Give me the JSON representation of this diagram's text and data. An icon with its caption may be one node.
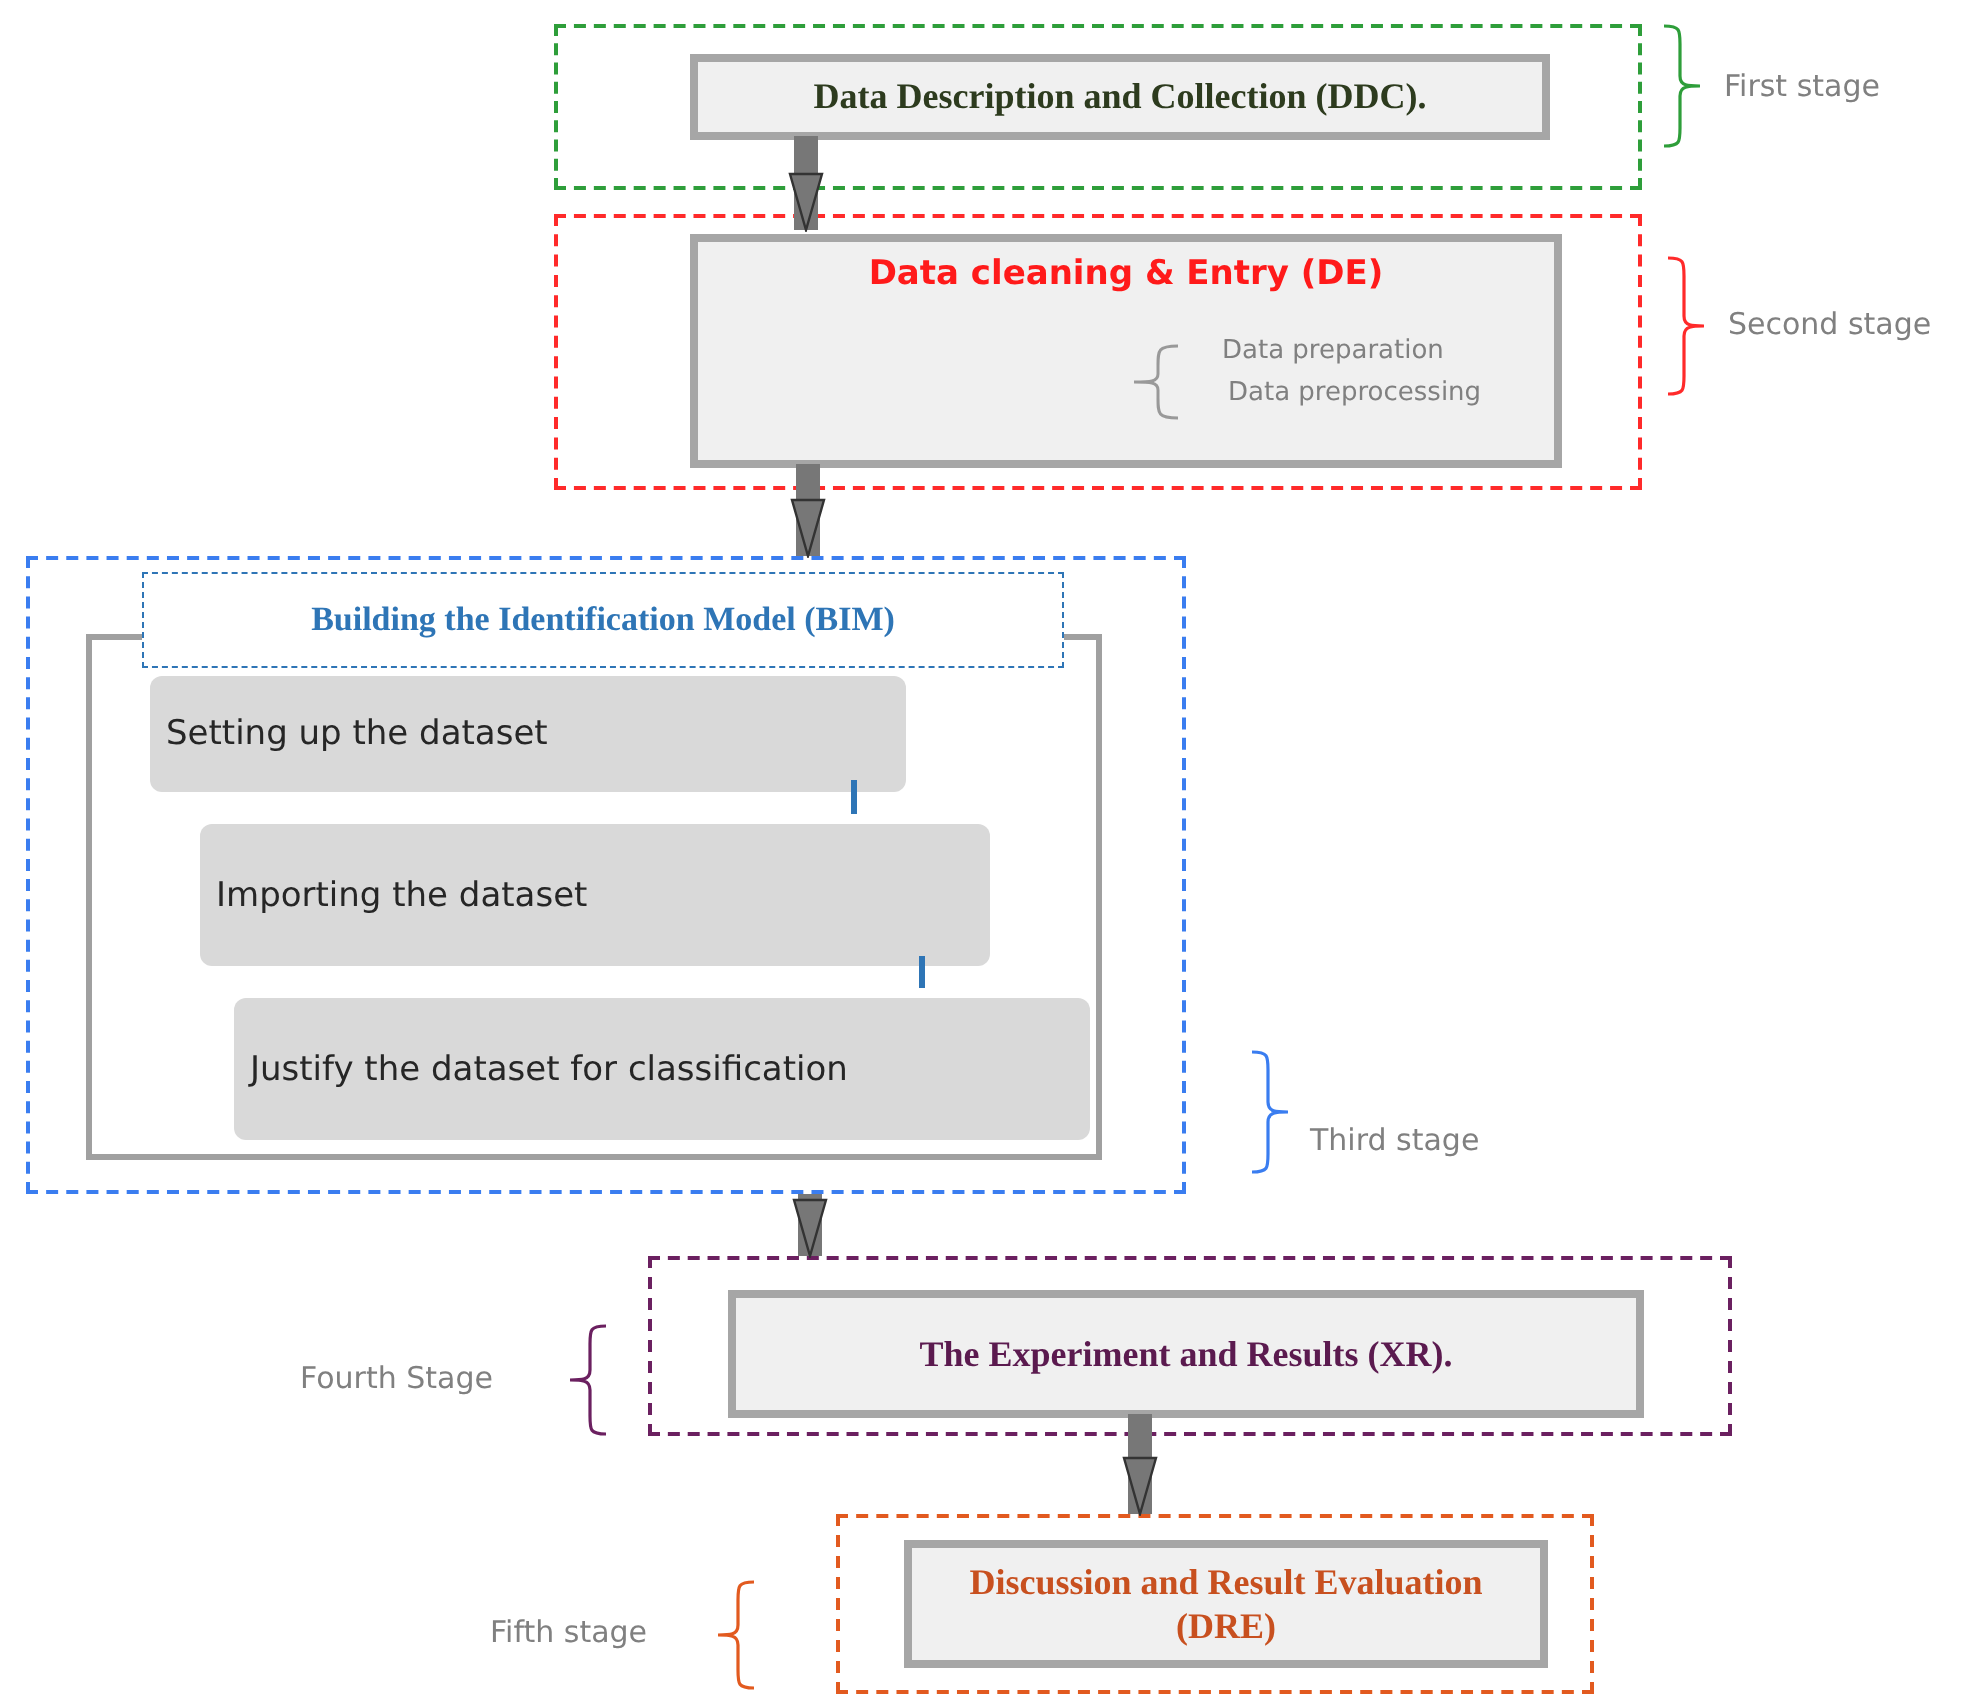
{
  "diagram": {
    "nodes": [
      {
        "text": [],
        "shape": "box"
      },
      {
        "text": [
          "Data Description and Collection (DDC)."
        ],
        "in": 0
      },
      {
        "text": [],
        "shape": "box"
      },
      {
        "text": [
          "Data cleaning & Entry (DE)",
          "Data preparation",
          "Data preprocessing"
        ],
        "in": 2
      },
      {
        "text": [],
        "shape": "box"
      },
      {
        "text": [
          "Building the Identification Model (BIM)"
        ],
        "in": 4
      },
      {
        "text": [
          "Setting up the dataset"
        ],
        "in": 5
      },
      {
        "text": [
          "Importing the dataset"
        ],
        "in": 5
      },
      {
        "text": [
          "Justify the dataset for classification"
        ],
        "in": 5
      },
      {
        "text": [],
        "shape": "box"
      },
      {
        "text": [
          "The Experiment and Results (XR)."
        ],
        "in": 9
      },
      {
        "text": [],
        "shape": "box"
      },
      {
        "text": [
          "Discussion and Result Evaluation (DRE)"
        ],
        "in": 11
      }
    ],
    "edges": [
      {
        "from": 1,
        "to": 3,
        "arrow": "to"
      },
      {
        "from": 3,
        "to": 4,
        "arrow": "to"
      },
      {
        "from": 4,
        "to": 9,
        "arrow": "to"
      },
      {
        "from": 10,
        "to": 11,
        "arrow": "to"
      },
      {
        "from": 6,
        "to": 7,
        "arrow": "none",
        "color": "#2e75b6"
      },
      {
        "from": 7,
        "to": 8,
        "arrow": "none",
        "color": "#2e75b6"
      }
    ],
    "labels": [
      "First stage",
      "Second stage",
      "Third stage",
      "Fourth Stage",
      "Fifth stage"
    ]
  }
}
